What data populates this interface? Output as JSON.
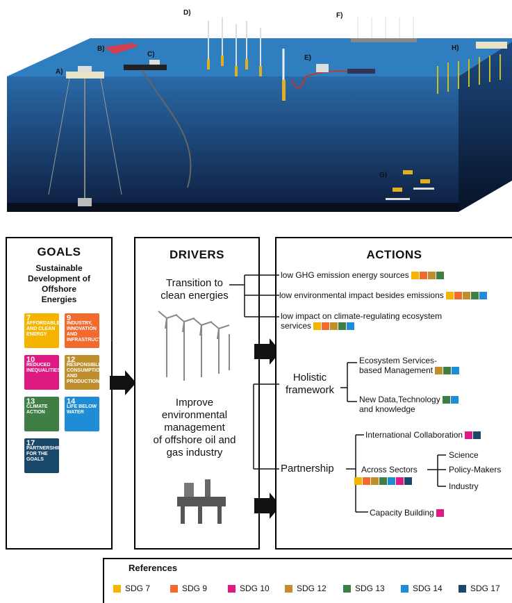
{
  "scene": {
    "labels": [
      "A)",
      "B)",
      "C)",
      "D)",
      "E)",
      "F)",
      "G)",
      "H)"
    ]
  },
  "goals": {
    "title": "GOALS",
    "subtitle_lines": [
      "Sustainable",
      "Development of",
      "Offshore",
      "Energies"
    ],
    "tiles": [
      {
        "num": "7",
        "text": "AFFORDABLE AND CLEAN ENERGY",
        "color": "#F4B400"
      },
      {
        "num": "9",
        "text": "INDUSTRY, INNOVATION AND INFRASTRUCTURE",
        "color": "#F26A2E"
      },
      {
        "num": "10",
        "text": "REDUCED INEQUALITIES",
        "color": "#E01A83"
      },
      {
        "num": "12",
        "text": "RESPONSIBLE CONSUMPTION AND PRODUCTION",
        "color": "#C08F2D"
      },
      {
        "num": "13",
        "text": "CLIMATE ACTION",
        "color": "#3F7E44"
      },
      {
        "num": "14",
        "text": "LIFE BELOW WATER",
        "color": "#1F8DD6"
      },
      {
        "num": "17",
        "text": "PARTNERSHIPS FOR THE GOALS",
        "color": "#19486A"
      }
    ]
  },
  "drivers": {
    "title": "DRIVERS",
    "driver1": [
      "Transition to",
      "clean energies"
    ],
    "driver2": [
      "Improve",
      "environmental",
      "management",
      "of offshore oil and",
      "gas industry"
    ]
  },
  "actions": {
    "title": "ACTIONS",
    "a1": "low GHG emission  energy sources",
    "a2": "low environmental impact besides emissions",
    "a3": [
      "low impact on climate-regulating ecosystem",
      "services"
    ],
    "holistic": [
      "Holistic",
      "framework"
    ],
    "h1": [
      "Ecosystem Services-",
      "based Management"
    ],
    "h2": [
      "New Data,Technology",
      "and knowledge"
    ],
    "partnership": "Partnership",
    "p1": "International Collaboration",
    "p2": "Across Sectors",
    "p3": "Capacity Building",
    "sectors": [
      "Science",
      "Policy-Makers",
      "Industry"
    ]
  },
  "references": {
    "title": "References",
    "items": [
      {
        "label": "SDG 7",
        "color": "#F4B400"
      },
      {
        "label": "SDG 9",
        "color": "#F26A2E"
      },
      {
        "label": "SDG 10",
        "color": "#E01A83"
      },
      {
        "label": "SDG 12",
        "color": "#C08F2D"
      },
      {
        "label": "SDG 13",
        "color": "#3F7E44"
      },
      {
        "label": "SDG 14",
        "color": "#1F8DD6"
      },
      {
        "label": "SDG 17",
        "color": "#19486A"
      }
    ]
  }
}
